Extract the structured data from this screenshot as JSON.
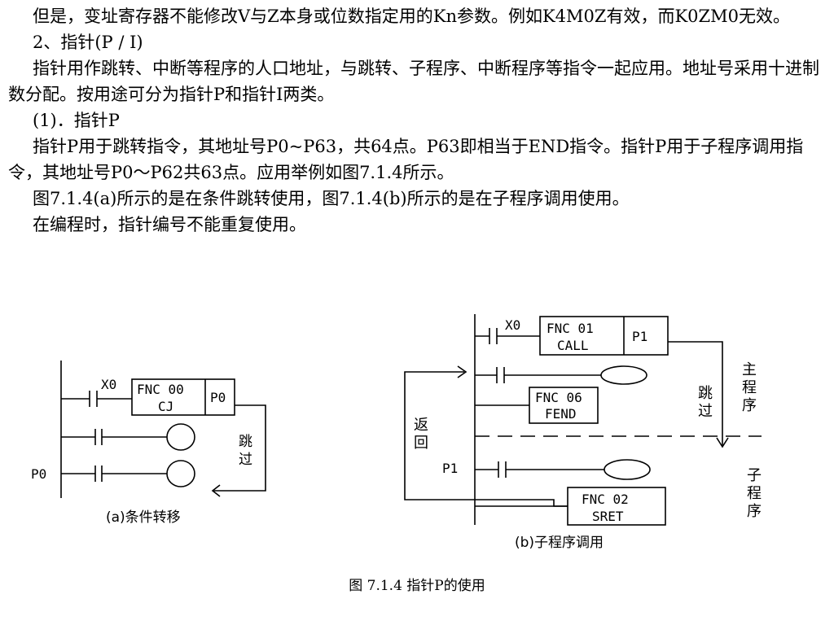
{
  "paragraphs": [
    "但是，变址寄存器不能修改V与Z本身或位数指定用的Kn参数。例如K4M0Z有效，而K0ZM0无效。",
    "2、指针(P / I)",
    "指针用作跳转、中断等程序的人口地址，与跳转、子程序、中断程序等指令一起应用。地址号采用十进制数分配。按用途可分为指针P和指针I两类。",
    "(1)．指针P",
    "指针P用于跳转指令，其地址号P0~P63，共64点。P63即相当于END指令。指针P用于子程序调用指令，其地址号P0～P62共63点。应用举例如图7.1.4所示。",
    "图7.1.4(a)所示的是在条件跳转使用，图7.1.4(b)所示的是在子程序调用使用。",
    "在编程时，指针编号不能重复使用。"
  ],
  "figure_a": {
    "contact_x0": "X0",
    "fnc_code": "FNC 00",
    "fnc_name": "CJ",
    "pointer": "P0",
    "jump_char1": "跳",
    "jump_char2": "过",
    "pointer_label": "P0",
    "caption": "(a)条件转移"
  },
  "figure_b": {
    "contact_x0": "X0",
    "call_code": "FNC 01",
    "call_name": "CALL",
    "call_pointer": "P1",
    "fend_code": "FNC 06",
    "fend_name": "FEND",
    "return_char1": "返",
    "return_char2": "回",
    "jump_char1": "跳",
    "jump_char2": "过",
    "main_char1": "主",
    "main_char2": "程",
    "main_char3": "序",
    "pointer_label": "P1",
    "sret_code": "FNC 02",
    "sret_name": "SRET",
    "sub_char1": "子",
    "sub_char2": "程",
    "sub_char3": "序",
    "caption": "(b)子程序调用"
  },
  "figure_caption": "图  7.1.4 指针P的使用"
}
